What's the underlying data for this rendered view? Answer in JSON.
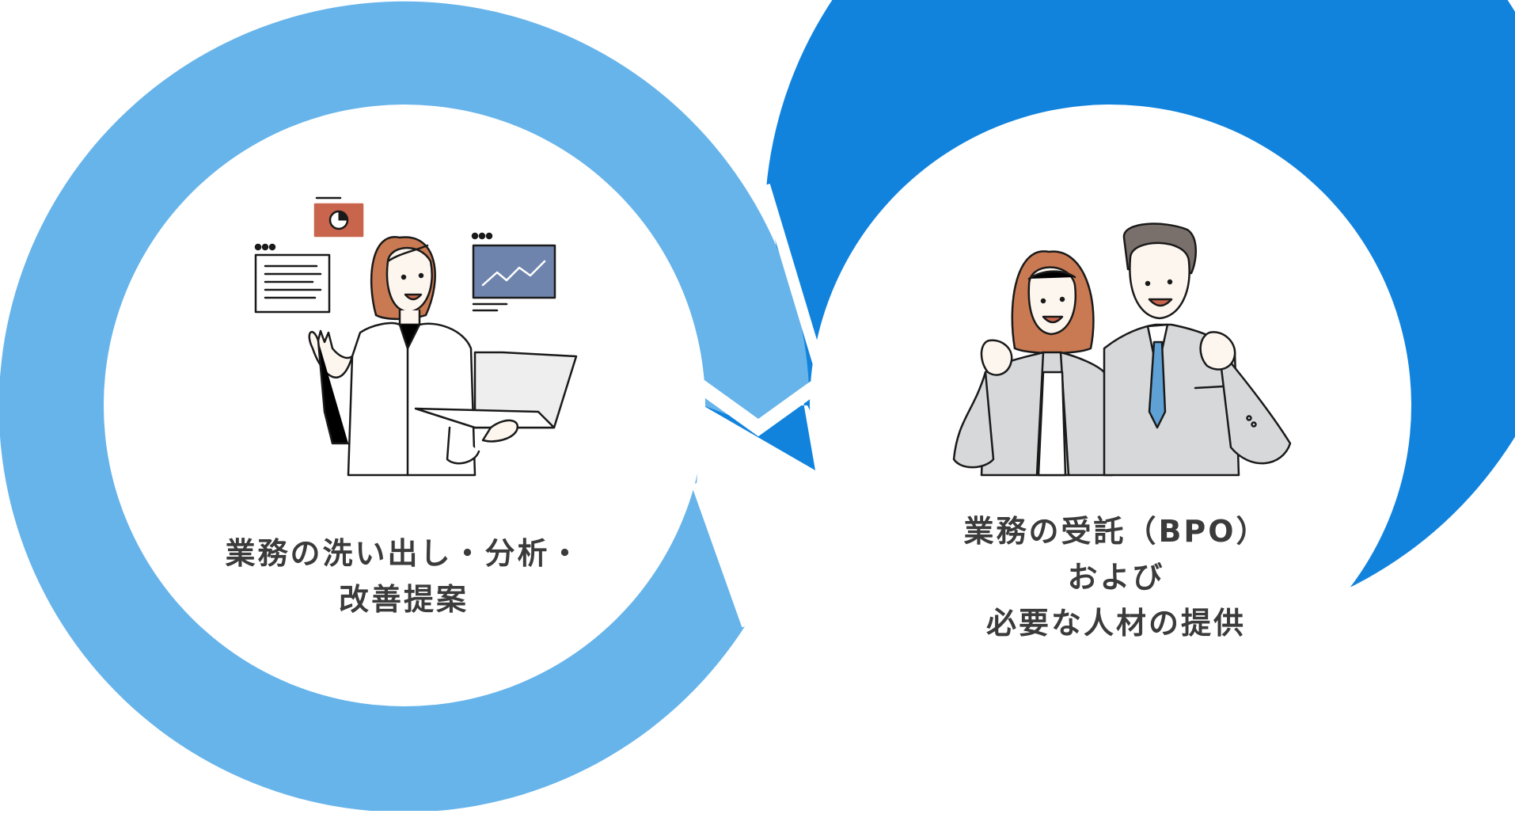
{
  "colors": {
    "left_ring": "#67b4eb",
    "right_ring": "#1283dd",
    "caption_text": "#3b3b3b",
    "skin": "#fdf6ef",
    "hair_brown": "#c97a52",
    "hair_gray": "#7a706b",
    "suit_gray": "#d6d8da",
    "tie_blue": "#5fa1d4",
    "slide_red": "#c9644d",
    "chart_panel": "#6f84ad",
    "line": "#1a1a1a"
  },
  "left_circle": {
    "caption_lines": [
      "業務の洗い出し・分析・",
      "改善提案"
    ],
    "illustration": "woman-with-laptop-and-charts"
  },
  "right_circle": {
    "caption_lines": [
      "業務の受託（BPO）",
      "および",
      "必要な人材の提供"
    ],
    "illustration": "two-business-people-cheering"
  }
}
